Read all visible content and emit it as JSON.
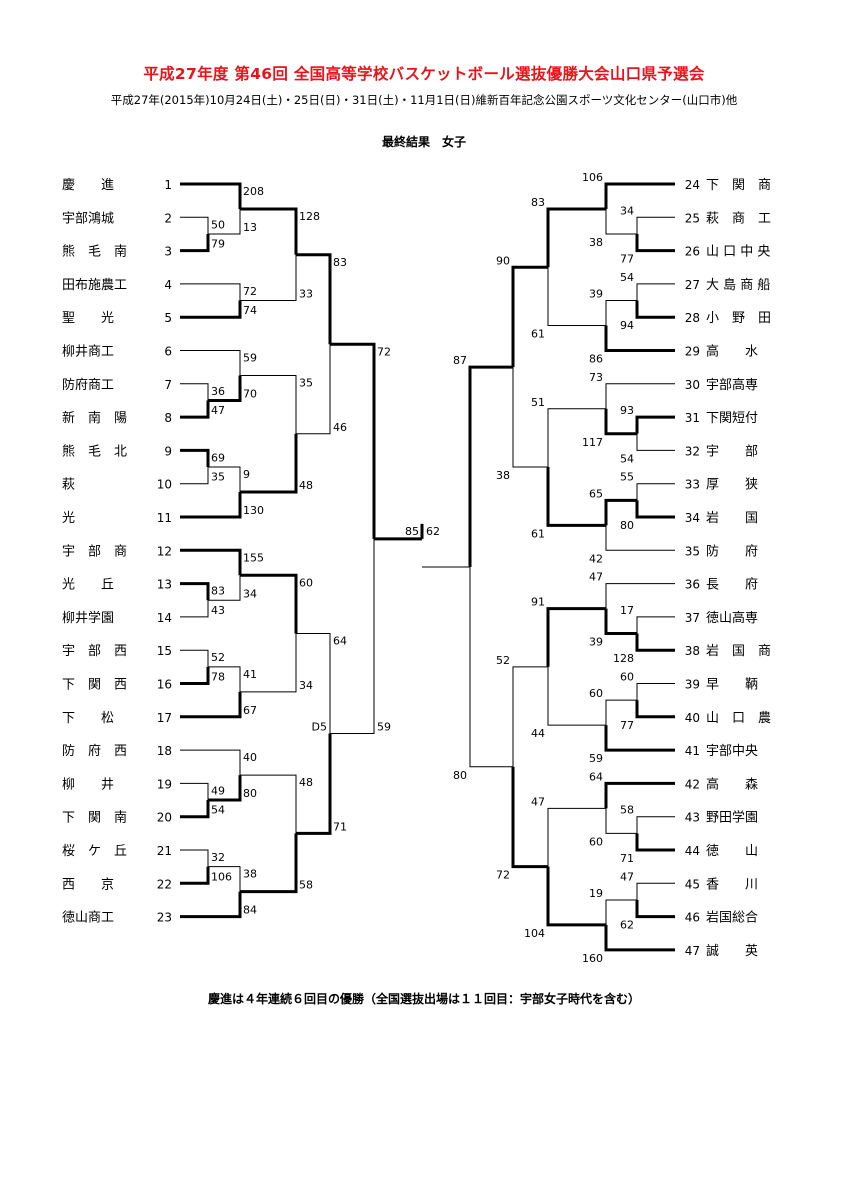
{
  "header": {
    "title": "平成27年度 第46回 全国高等学校バスケットボール選抜優勝大会山口県予選会",
    "subtitle": "平成27年(2015年)10月24日(土)・25日(日)・31日(土)・11月1日(日)維新百年記念公園スポーツ文化センター(山口市)他",
    "section": "最終結果　女子"
  },
  "left_teams": [
    {
      "name": "慶　　進",
      "seed": "1"
    },
    {
      "name": "宇部鴻城",
      "seed": "2"
    },
    {
      "name": "熊　毛　南",
      "seed": "3"
    },
    {
      "name": "田布施農工",
      "seed": "4"
    },
    {
      "name": "聖　　光",
      "seed": "5"
    },
    {
      "name": "柳井商工",
      "seed": "6"
    },
    {
      "name": "防府商工",
      "seed": "7"
    },
    {
      "name": "新　南　陽",
      "seed": "8"
    },
    {
      "name": "熊　毛　北",
      "seed": "9"
    },
    {
      "name": "萩",
      "seed": "10"
    },
    {
      "name": "光",
      "seed": "11"
    },
    {
      "name": "宇　部　商",
      "seed": "12"
    },
    {
      "name": "光　　丘",
      "seed": "13"
    },
    {
      "name": "柳井学園",
      "seed": "14"
    },
    {
      "name": "宇　部　西",
      "seed": "15"
    },
    {
      "name": "下　関　西",
      "seed": "16"
    },
    {
      "name": "下　　松",
      "seed": "17"
    },
    {
      "name": "防　府　西",
      "seed": "18"
    },
    {
      "name": "柳　　井",
      "seed": "19"
    },
    {
      "name": "下　関　南",
      "seed": "20"
    },
    {
      "name": "桜　ケ　丘",
      "seed": "21"
    },
    {
      "name": "西　　京",
      "seed": "22"
    },
    {
      "name": "徳山商工",
      "seed": "23"
    }
  ],
  "right_teams": [
    {
      "name": "下　関　商",
      "seed": "24"
    },
    {
      "name": "萩　商　工",
      "seed": "25"
    },
    {
      "name": "山 口 中 央",
      "seed": "26"
    },
    {
      "name": "大 島 商 船",
      "seed": "27"
    },
    {
      "name": "小　野　田",
      "seed": "28"
    },
    {
      "name": "高　　水",
      "seed": "29"
    },
    {
      "name": "宇部高専",
      "seed": "30"
    },
    {
      "name": "下関短付",
      "seed": "31"
    },
    {
      "name": "宇　　部",
      "seed": "32"
    },
    {
      "name": "厚　　狭",
      "seed": "33"
    },
    {
      "name": "岩　　国",
      "seed": "34"
    },
    {
      "name": "防　　府",
      "seed": "35"
    },
    {
      "name": "長　　府",
      "seed": "36"
    },
    {
      "name": "徳山高専",
      "seed": "37"
    },
    {
      "name": "岩　国　商",
      "seed": "38"
    },
    {
      "name": "早　　鞆",
      "seed": "39"
    },
    {
      "name": "山　口　農",
      "seed": "40"
    },
    {
      "name": "宇部中央",
      "seed": "41"
    },
    {
      "name": "高　　森",
      "seed": "42"
    },
    {
      "name": "野田学園",
      "seed": "43"
    },
    {
      "name": "徳　　山",
      "seed": "44"
    },
    {
      "name": "香　　川",
      "seed": "45"
    },
    {
      "name": "岩国総合",
      "seed": "46"
    },
    {
      "name": "誠　　英",
      "seed": "47"
    }
  ],
  "left_scores": {
    "r1": [
      {
        "top": "208",
        "bottom": "13"
      },
      {
        "top": "50",
        "bottom": "79"
      },
      {
        "top": "72",
        "bottom": "74"
      },
      {
        "top": "59",
        "bottom": "70"
      },
      {
        "top": "36",
        "bottom": "47"
      },
      {
        "top": "69",
        "bottom": "35"
      },
      {
        "top": "9",
        "bottom": "130"
      },
      {
        "top": "155",
        "bottom": "34"
      },
      {
        "top": "83",
        "bottom": "43"
      },
      {
        "top": "52",
        "bottom": "78"
      },
      {
        "top": "41",
        "bottom": "67"
      },
      {
        "top": "40",
        "bottom": "80"
      },
      {
        "top": "49",
        "bottom": "54"
      },
      {
        "top": "32",
        "bottom": "106"
      },
      {
        "top": "38",
        "bottom": "84"
      }
    ],
    "r3": [
      {
        "top": "128",
        "bottom": "33"
      },
      {
        "top": "35",
        "bottom": "48"
      },
      {
        "top": "60",
        "bottom": "34"
      },
      {
        "top": "48",
        "bottom": "58"
      }
    ],
    "r4": [
      {
        "top": "83",
        "bottom": "46"
      },
      {
        "top": "64",
        "bottom": "71"
      }
    ],
    "semi": {
      "top": "72",
      "bottom": "59"
    },
    "d5": "D5"
  },
  "right_scores": {
    "r1": [
      {
        "top": "106",
        "bottom": "38"
      },
      {
        "top": "34",
        "bottom": "77"
      },
      {
        "top": "54",
        "bottom": "94"
      },
      {
        "top": "39",
        "bottom": "86"
      },
      {
        "top": "73",
        "bottom": "117"
      },
      {
        "top": "93",
        "bottom": "54"
      },
      {
        "top": "55",
        "bottom": "80"
      },
      {
        "top": "65",
        "bottom": "42"
      },
      {
        "top": "47",
        "bottom": "39"
      },
      {
        "top": "17",
        "bottom": "128"
      },
      {
        "top": "60",
        "bottom": "77"
      },
      {
        "top": "60",
        "bottom": "59"
      },
      {
        "top": "64",
        "bottom": "60"
      },
      {
        "top": "58",
        "bottom": "71"
      },
      {
        "top": "47",
        "bottom": "62"
      },
      {
        "top": "19",
        "bottom": "160"
      }
    ],
    "r3": [
      {
        "top": "83",
        "bottom": "61"
      },
      {
        "top": "51",
        "bottom": "61"
      },
      {
        "top": "91",
        "bottom": "44"
      },
      {
        "top": "47",
        "bottom": "104"
      }
    ],
    "r4": [
      {
        "top": "90",
        "bottom": "38"
      },
      {
        "top": "52",
        "bottom": "72"
      }
    ],
    "semi": {
      "top": "87",
      "bottom": "80"
    }
  },
  "final": {
    "left": "85",
    "right": "62"
  },
  "footer": {
    "note": "慶進は４年連続６回目の優勝（全国選抜出場は１１回目：宇部女子時代を含む）"
  }
}
